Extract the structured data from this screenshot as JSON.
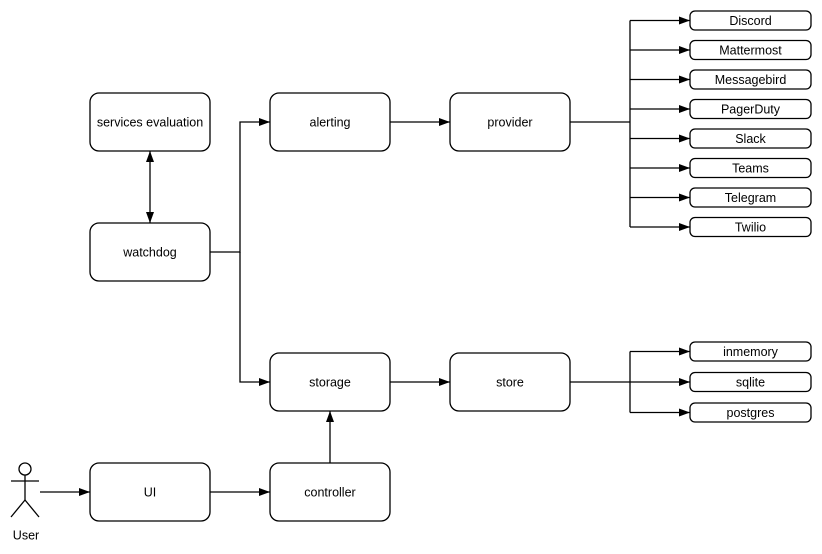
{
  "page": {
    "background_color": "#ffffff"
  },
  "diagram": {
    "type": "architecture-flow-diagram",
    "colors": {
      "stroke": "#000000",
      "node_fill": "#ffffff"
    },
    "nodes": {
      "services_evaluation": {
        "label": "services evaluation"
      },
      "watchdog": {
        "label": "watchdog"
      },
      "alerting": {
        "label": "alerting"
      },
      "provider": {
        "label": "provider"
      },
      "storage": {
        "label": "storage"
      },
      "store": {
        "label": "store"
      },
      "ui": {
        "label": "UI"
      },
      "controller": {
        "label": "controller"
      }
    },
    "actor": {
      "label": "User"
    },
    "provider_targets": [
      "Discord",
      "Mattermost",
      "Messagebird",
      "PagerDuty",
      "Slack",
      "Teams",
      "Telegram",
      "Twilio"
    ],
    "store_targets": [
      "inmemory",
      "sqlite",
      "postgres"
    ],
    "edges": [
      {
        "from": "services evaluation",
        "to": "watchdog",
        "style": "bidirectional-arrow"
      },
      {
        "from": "watchdog",
        "to": "alerting",
        "style": "arrow"
      },
      {
        "from": "watchdog",
        "to": "storage",
        "style": "arrow"
      },
      {
        "from": "alerting",
        "to": "provider",
        "style": "arrow"
      },
      {
        "from": "provider",
        "to": "Discord",
        "style": "arrow"
      },
      {
        "from": "provider",
        "to": "Mattermost",
        "style": "arrow"
      },
      {
        "from": "provider",
        "to": "Messagebird",
        "style": "arrow"
      },
      {
        "from": "provider",
        "to": "PagerDuty",
        "style": "arrow"
      },
      {
        "from": "provider",
        "to": "Slack",
        "style": "arrow"
      },
      {
        "from": "provider",
        "to": "Teams",
        "style": "arrow"
      },
      {
        "from": "provider",
        "to": "Telegram",
        "style": "arrow"
      },
      {
        "from": "provider",
        "to": "Twilio",
        "style": "arrow"
      },
      {
        "from": "storage",
        "to": "store",
        "style": "arrow"
      },
      {
        "from": "store",
        "to": "inmemory",
        "style": "arrow"
      },
      {
        "from": "store",
        "to": "sqlite",
        "style": "arrow"
      },
      {
        "from": "store",
        "to": "postgres",
        "style": "arrow"
      },
      {
        "from": "User",
        "to": "UI",
        "style": "arrow"
      },
      {
        "from": "UI",
        "to": "controller",
        "style": "arrow"
      },
      {
        "from": "controller",
        "to": "storage",
        "style": "arrow"
      }
    ]
  }
}
